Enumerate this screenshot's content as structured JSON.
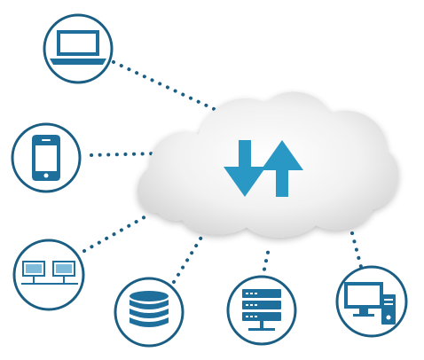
{
  "diagram": {
    "nodes": [
      {
        "id": "laptop",
        "icon": "laptop-icon"
      },
      {
        "id": "smartphone",
        "icon": "smartphone-icon"
      },
      {
        "id": "network",
        "icon": "network-computers-icon"
      },
      {
        "id": "database",
        "icon": "database-icon"
      },
      {
        "id": "server",
        "icon": "server-rack-icon"
      },
      {
        "id": "desktop",
        "icon": "desktop-computer-icon"
      }
    ],
    "hub": {
      "id": "cloud",
      "icon": "cloud-icon",
      "symbol": "upload-download-arrows-icon"
    },
    "colors": {
      "icon_fill": "#1f6f9c",
      "ring": "#1b5e83",
      "dots": "#1b5e83",
      "arrow": "#2a98c4",
      "cloud_light": "#f7f7f7",
      "cloud_shadow": "#d6d6d6"
    }
  }
}
